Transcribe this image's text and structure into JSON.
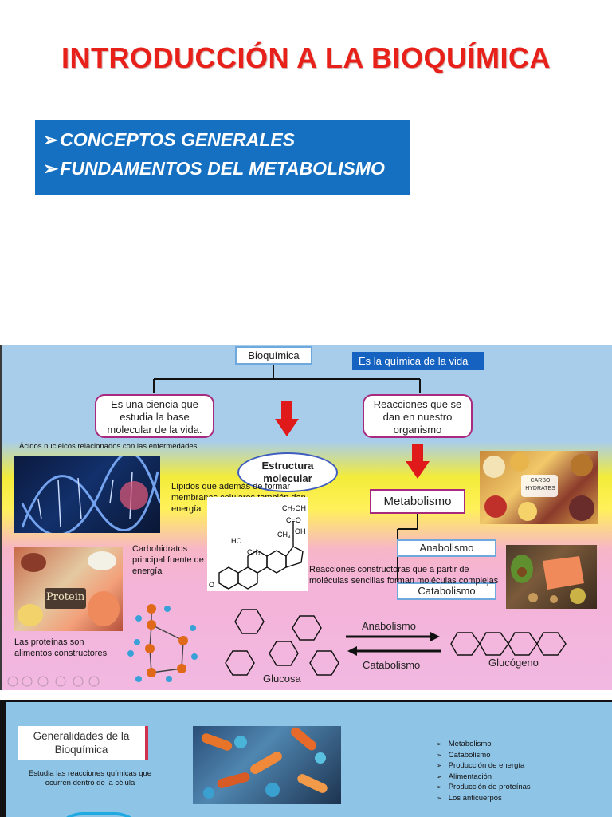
{
  "slide1": {
    "title": "INTRODUCCIÓN A LA BIOQUÍMICA",
    "items": [
      {
        "bullet": "➢",
        "text": "CONCEPTOS GENERALES"
      },
      {
        "bullet": "➢",
        "text": "FUNDAMENTOS DEL METABOLISMO"
      }
    ]
  },
  "slide2": {
    "root": "Bioquímica",
    "definition_label": "Es la química de la vida",
    "left_node": "Es una ciencia que estudia la base molecular de la vida.",
    "right_node": "Reacciones  que se dan en nuestro organismo",
    "nucleic_caption": "Ácidos nucleicos relacionados con las enfermedades",
    "structure_label": "Estructura molecular",
    "lipids_caption": "Lípidos que además de formar membranas celulares también dan energía",
    "metabolism": "Metabolismo",
    "anabolism": "Anabolismo",
    "catabolism": "Catabolismo",
    "carbs_caption": "Carbohidratos principal fuente de energía",
    "anabolic_description": "Reacciones constructoras que a partir de moléculas sencillas forman moléculas complejas",
    "protein_caption": "Las proteínas son alimentos constructores",
    "protein_label": "Protein",
    "carbo_label_1": "CARBO",
    "carbo_label_2": "HYDRATES",
    "reaction_anabolism": "Anabolismo",
    "reaction_catabolism": "Catabolismo",
    "glucose": "Glucosa",
    "glycogen": "Glucógeno",
    "steroid_labels": {
      "ch2oh": "CH₂OH",
      "co": "C=O",
      "oh1": "OH",
      "ho": "HO",
      "ch3a": "CH₃",
      "ch3b": "CH₃",
      "o": "O"
    },
    "colors": {
      "arrow": "#e01a1a",
      "node_border": "#a82a7e",
      "label_bg": "#1662c0"
    }
  },
  "slide3": {
    "title": "Generalidades de la Bioquímica",
    "caption": "Estudia las reacciones químicas que ocurren dentro de la célula",
    "bullets": [
      "Metabolismo",
      "Catabolismo",
      "Producción de energía",
      "Alimentación",
      "Producción de proteínas",
      "Los anticuerpos"
    ]
  }
}
